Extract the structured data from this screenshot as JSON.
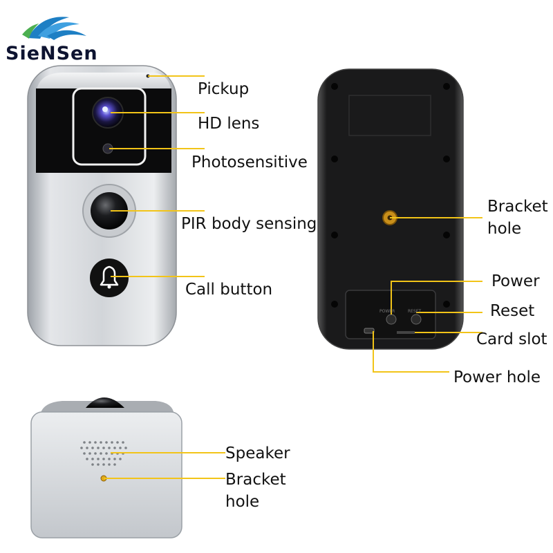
{
  "brand": "SieNSen",
  "colors": {
    "leader_line": "#f2c418",
    "device_silver": "#c9ccd1",
    "device_black": "#0b0b0c",
    "brand_text": "#0d1330",
    "logo_wave": "#1e7fc4",
    "logo_green": "#4caf50"
  },
  "front_view": {
    "labels": {
      "pickup": "Pickup",
      "hd_lens": "HD lens",
      "photosensitive": "Photosensitive",
      "pir": "PIR body sensing",
      "call": "Call button"
    }
  },
  "back_view": {
    "labels": {
      "bracket": [
        "Bracket",
        "hole"
      ],
      "power": "Power",
      "reset": "Reset",
      "card_slot": "Card slot",
      "power_hole": "Power hole"
    },
    "small_print": {
      "power": "POWER",
      "reset": "RESET"
    }
  },
  "bottom_view": {
    "labels": {
      "speaker": "Speaker",
      "bracket": [
        "Bracket",
        "hole"
      ]
    }
  }
}
